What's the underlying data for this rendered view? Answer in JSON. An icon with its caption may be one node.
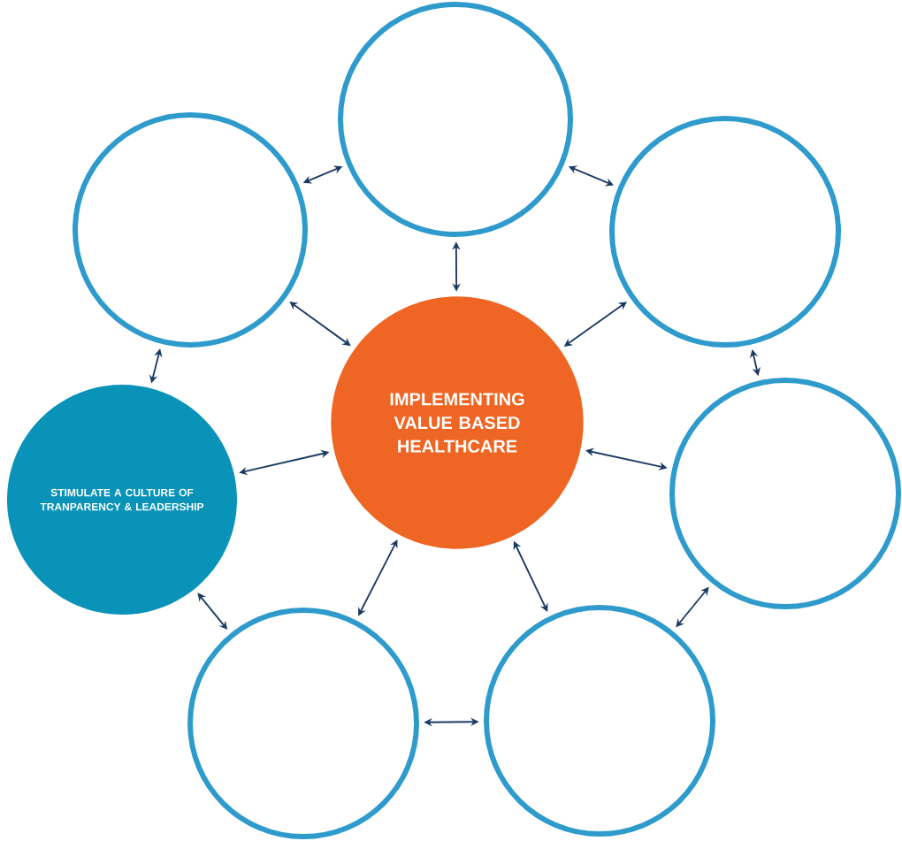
{
  "diagram": {
    "nodes": [
      {
        "text": [],
        "shape": "circle"
      },
      {
        "text": [],
        "shape": "circle"
      },
      {
        "text": [],
        "shape": "circle"
      },
      {
        "text": [
          "IMPLEMENTING VALUE BASED HEALTHCARE"
        ]
      },
      {
        "text": [
          "STIMULATE A CULTURE OF TRANPARENCY & LEADERSHIP"
        ]
      },
      {
        "text": [],
        "shape": "circle"
      },
      {
        "text": [],
        "shape": "circle"
      },
      {
        "text": [],
        "shape": "circle"
      }
    ],
    "edges": [
      {
        "from": 1,
        "to": 0,
        "arrow": "both"
      },
      {
        "from": 0,
        "to": 2,
        "arrow": "both"
      },
      {
        "from": 0,
        "to": 3,
        "arrow": "both"
      },
      {
        "from": 1,
        "to": 3,
        "arrow": "both"
      },
      {
        "from": 2,
        "to": 3,
        "arrow": "both"
      },
      {
        "from": 1,
        "to": 4,
        "arrow": "both"
      },
      {
        "from": 2,
        "to": 5,
        "arrow": "both"
      },
      {
        "from": 4,
        "to": 3,
        "arrow": "both"
      },
      {
        "from": 3,
        "to": 5,
        "arrow": "both"
      },
      {
        "from": 4,
        "to": 6,
        "arrow": "both"
      },
      {
        "from": 3,
        "to": 6,
        "arrow": "both"
      },
      {
        "from": 3,
        "to": 7,
        "arrow": "both"
      },
      {
        "from": 5,
        "to": 7,
        "arrow": "both"
      },
      {
        "from": 6,
        "to": 7,
        "arrow": "both"
      }
    ]
  }
}
